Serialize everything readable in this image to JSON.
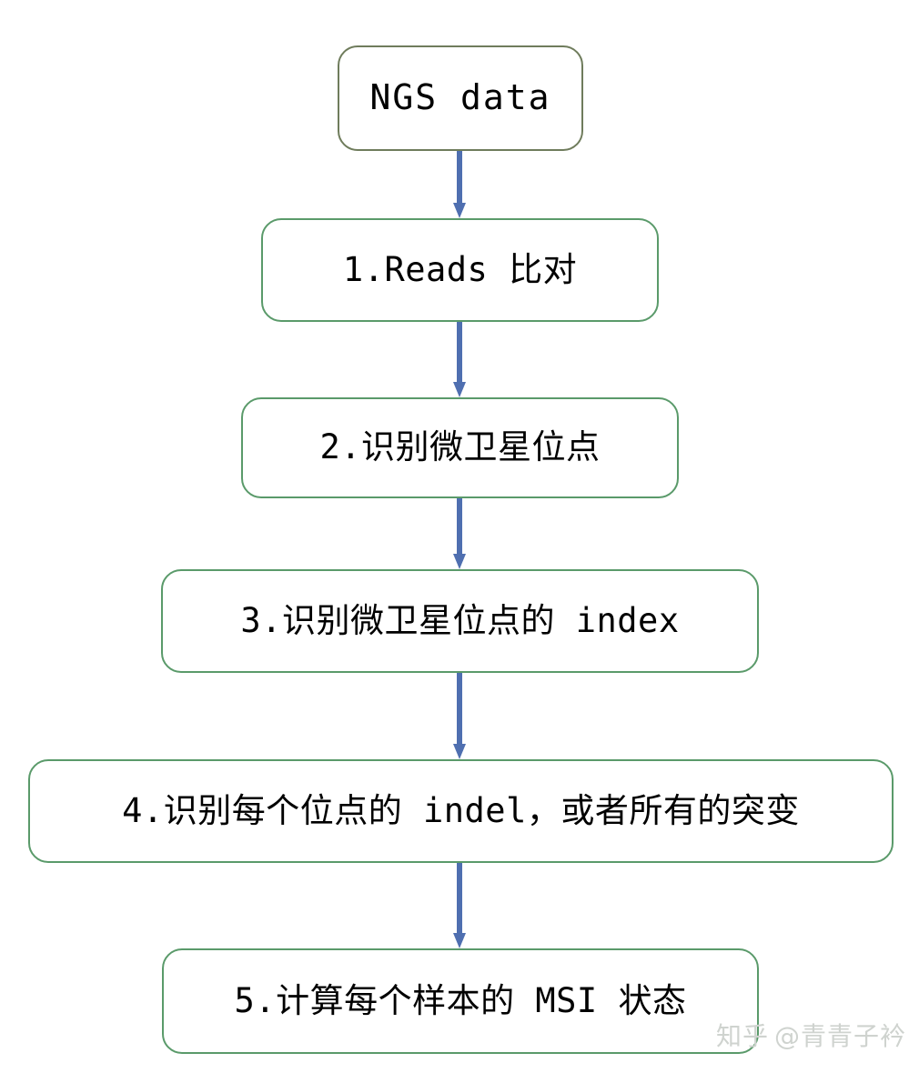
{
  "diagram": {
    "type": "flowchart",
    "orientation": "vertical",
    "title": "NGS MSI analysis pipeline",
    "colors": {
      "start_node_border": "#6f7c5c",
      "process_node_border": "#5a9a6a",
      "node_fill": "#ffffff",
      "arrow": "#4F6FB0",
      "text": "#000000",
      "watermark": "#cfd3cf"
    },
    "nodes": [
      {
        "id": "n1",
        "label": "NGS data",
        "shape": "rounded-rect",
        "role": "start"
      },
      {
        "id": "n2",
        "label": "1.Reads 比对",
        "shape": "rounded-rect",
        "role": "process"
      },
      {
        "id": "n3",
        "label": "2.识别微卫星位点",
        "shape": "rounded-rect",
        "role": "process"
      },
      {
        "id": "n4",
        "label": "3.识别微卫星位点的 index",
        "shape": "rounded-rect",
        "role": "process"
      },
      {
        "id": "n5",
        "label": "4.识别每个位点的 indel，或者所有的突变",
        "shape": "rounded-rect",
        "role": "process"
      },
      {
        "id": "n6",
        "label": "5.计算每个样本的 MSI 状态",
        "shape": "rounded-rect",
        "role": "process"
      }
    ],
    "edges": [
      {
        "id": "c1",
        "from": "n1",
        "to": "n2",
        "arrow": "down"
      },
      {
        "id": "c2",
        "from": "n2",
        "to": "n3",
        "arrow": "down"
      },
      {
        "id": "c3",
        "from": "n3",
        "to": "n4",
        "arrow": "down"
      },
      {
        "id": "c4",
        "from": "n4",
        "to": "n5",
        "arrow": "down"
      },
      {
        "id": "c5",
        "from": "n5",
        "to": "n6",
        "arrow": "down"
      }
    ]
  },
  "watermark": {
    "logo": "知乎",
    "user": "@青青子衿"
  }
}
